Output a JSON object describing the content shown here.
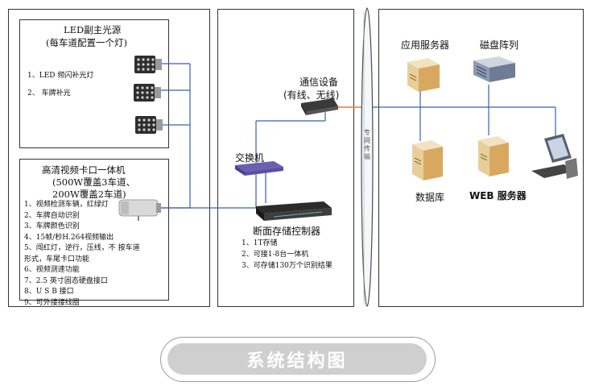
{
  "led_panel": {
    "title": "LED副主光源",
    "subtitle": "(每车道配置一个灯)",
    "items": [
      "1、LED 频闪补光灯",
      "2、  车牌补光"
    ]
  },
  "camera_panel": {
    "title": "高清视频卡口一体机",
    "subtitle1": "(500W覆盖3车道、",
    "subtitle2": "200W覆盖2车道)",
    "features": [
      "1、视频检测车辆，红绿灯",
      "2、车牌自动识别",
      "3、车牌颜色识别",
      "4、15帧/秒H.264视频输出",
      "5、闯红灯，逆行，压线，不  按车道",
      "形式，车尾卡口功能",
      "6、视频测速功能",
      "7、2.5 英寸固态硬盘接口",
      "8、U S B 接口",
      "9、可外接接线圈"
    ]
  },
  "middle": {
    "comm_title": "通信设备",
    "comm_sub": "(有线、无线)",
    "switch_label": "交换机",
    "storage_label": "断面存储控制器",
    "storage_items": [
      "1、1T存储",
      "2、可接1-8台一体机",
      "3、可存储130万个识别结果"
    ]
  },
  "network_label": "专网传输",
  "servers": {
    "app": "应用服务器",
    "disk": "磁盘阵列",
    "db": "数据库",
    "web": "WEB 服务器"
  },
  "caption": "系统结构图",
  "colors": {
    "wire": "#3a5fae",
    "orange": "#e87b2d",
    "panel_border": "#333333"
  }
}
